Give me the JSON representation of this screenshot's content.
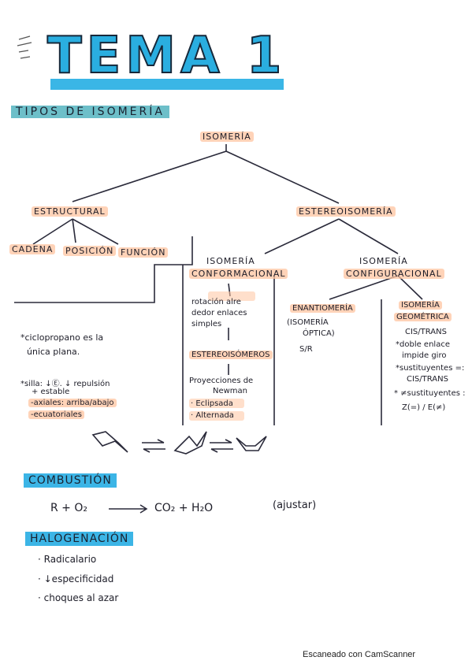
{
  "header": {
    "title": "TEMA 1",
    "section": "TIPOS DE ISOMERÍA"
  },
  "tree": {
    "root": "ISOMERÍA",
    "structural": {
      "label": "ESTRUCTURAL",
      "children": [
        "CADENA",
        "POSICIÓN",
        "FUNCIÓN"
      ]
    },
    "stereo": {
      "label": "ESTEREOISOMERÍA",
      "conformational": {
        "label_line1": "ISOMERÍA",
        "label_line2": "CONFORMACIONAL",
        "note": [
          "rotación alre",
          "dedor enlaces",
          "simples"
        ],
        "stereoisomers": "ESTEREOISÓMEROS",
        "projections_line1": "Proyecciones de",
        "projections_line2": "Newman",
        "eclipsed": "· Eclipsada",
        "staggered": "· Alternada"
      },
      "configurational": {
        "label_line1": "ISOMERÍA",
        "label_line2": "CONFIGURACIONAL",
        "enantiomer": {
          "label": "ENANTIOMERÍA",
          "lines": [
            "(ISOMERÍA",
            "ÓPTICA)",
            "S/R"
          ]
        },
        "geometric": {
          "label_line1": "ISOMERÍA",
          "label_line2": "GEOMÉTRICA",
          "lines": [
            "CIS/TRANS",
            "*doble enlace",
            "impide giro",
            "*sustituyentes =:",
            "CIS/TRANS",
            "* ≠sustituyentes :",
            "Z(=) / E(≠)"
          ]
        }
      }
    }
  },
  "notes": {
    "cyclopropane": [
      "*ciclopropano es la",
      "única plana."
    ],
    "chair": [
      "*silla: ↓Ⓔ. ↓ repulsión",
      "+ estable",
      "-axiales: arriba/abajo",
      "-ecuatoriales"
    ]
  },
  "combustion": {
    "label": "COMBUSTIÓN",
    "reactants": "R + O₂",
    "products": "CO₂ + H₂O",
    "note": "(ajustar)"
  },
  "halogenation": {
    "label": "HALOGENACIÓN",
    "items": [
      "· Radicalario",
      "· ↓especificidad",
      "· choques al azar"
    ]
  },
  "footer": {
    "scanner": "Escaneado con CamScanner"
  }
}
